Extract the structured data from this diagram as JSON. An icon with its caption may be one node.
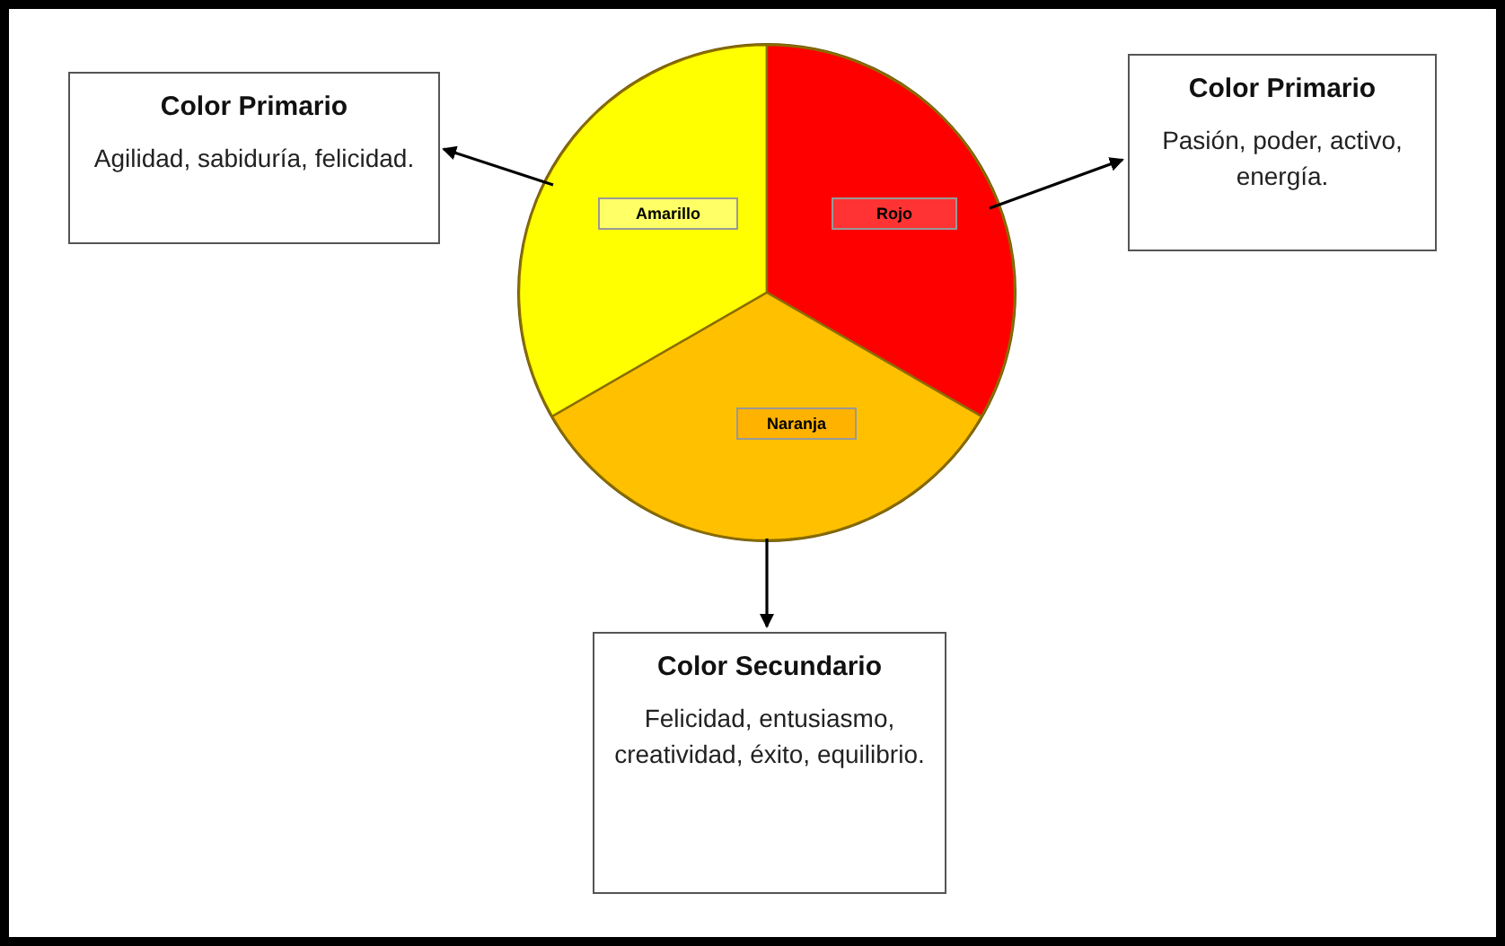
{
  "diagram": {
    "nodes": [
      {
        "text": [
          "Color Primario",
          "Agilidad, sabiduría, felicidad."
        ]
      },
      {
        "text": [],
        "shape": "circle"
      },
      {
        "text": [
          "Amarillo"
        ],
        "in": 1
      },
      {
        "text": [
          "Rojo"
        ],
        "in": 1
      },
      {
        "text": [
          "Naranja"
        ],
        "in": 1
      },
      {
        "text": [
          "Color Primario",
          "Pasión, poder, activo, energía."
        ]
      },
      {
        "text": [
          "Color Secundario",
          "Felicidad, entusiasmo, creatividad, éxito, equilibrio."
        ]
      }
    ],
    "edges": [
      {
        "from": 2,
        "to": 0,
        "arrow": "to"
      },
      {
        "from": 3,
        "to": 5,
        "arrow": "to"
      },
      {
        "from": 4,
        "to": 6,
        "arrow": "to"
      }
    ]
  }
}
